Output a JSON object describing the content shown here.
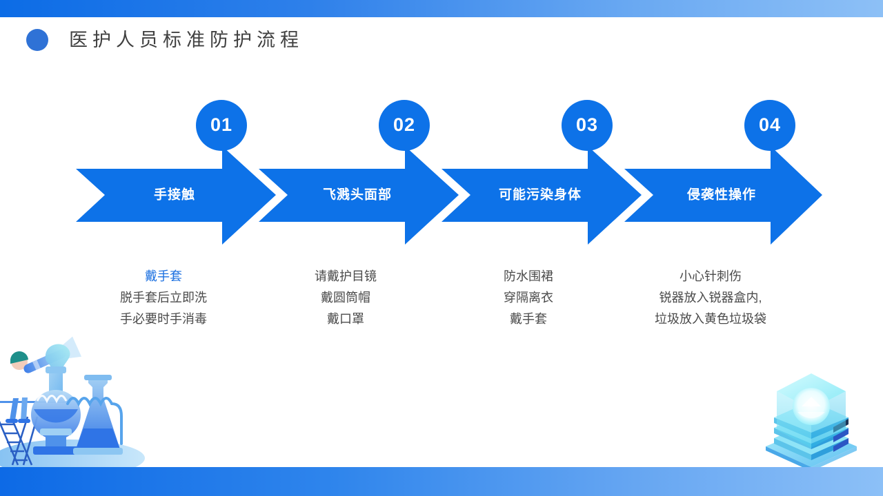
{
  "header": {
    "title": "医护人员标准防护流程",
    "bullet_icon": "circle-bullet-icon"
  },
  "theme": {
    "arrow_blue": "#0d72e8",
    "accent_blue": "#1a6fe0",
    "bullet_blue": "#2f72d6",
    "text_gray": "#4a4a4a",
    "title_gray": "#404040",
    "bar_gradient_start": "#0c6ce6",
    "bar_gradient_end": "#8dc0f6"
  },
  "flow": {
    "steps": [
      {
        "number": "01",
        "arrow_label": "手接触",
        "captions": [
          {
            "text": "戴手套",
            "accent": true
          },
          {
            "text": "脱手套后立即洗",
            "accent": false
          },
          {
            "text": "手必要时手消毒",
            "accent": false
          }
        ]
      },
      {
        "number": "02",
        "arrow_label": "飞溅头面部",
        "captions": [
          {
            "text": "请戴护目镜",
            "accent": false
          },
          {
            "text": "戴圆筒帽",
            "accent": false
          },
          {
            "text": "戴口罩",
            "accent": false
          }
        ]
      },
      {
        "number": "03",
        "arrow_label": "可能污染身体",
        "captions": [
          {
            "text": "防水围裙",
            "accent": false
          },
          {
            "text": "穿隔离衣",
            "accent": false
          },
          {
            "text": "戴手套",
            "accent": false
          }
        ]
      },
      {
        "number": "04",
        "arrow_label": "侵袭性操作",
        "captions": [
          {
            "text": "小心针刺伤",
            "accent": false
          },
          {
            "text": "锐器放入锐器盒内,",
            "accent": false
          },
          {
            "text": "垃圾放入黄色垃圾袋",
            "accent": false
          }
        ]
      }
    ]
  },
  "decorations": {
    "top_bar": "top-gradient-bar",
    "bottom_bar": "bottom-gradient-bar",
    "left_illustration": "laboratory-scientist-illustration",
    "right_illustration": "isometric-server-stack-illustration"
  }
}
